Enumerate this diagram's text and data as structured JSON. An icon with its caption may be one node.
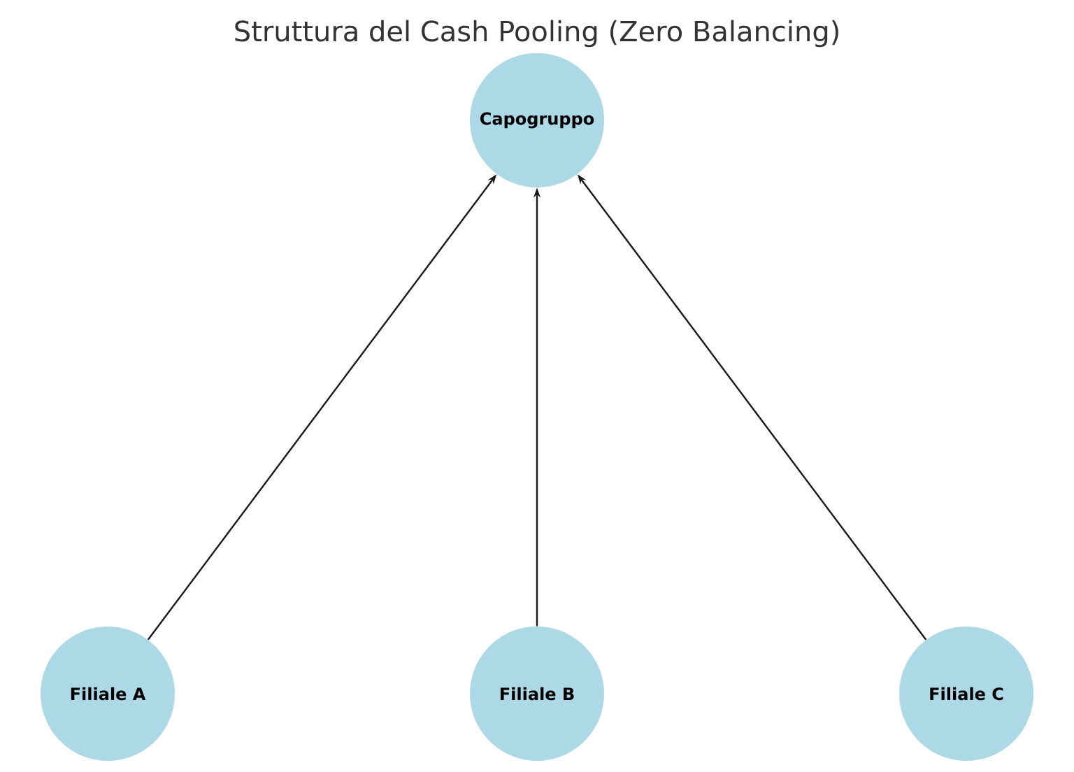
{
  "diagram": {
    "title": "Struttura del Cash Pooling (Zero Balancing)",
    "nodes": [
      {
        "text": [
          "Capogruppo"
        ]
      },
      {
        "text": [
          "Filiale A"
        ]
      },
      {
        "text": [
          "Filiale B"
        ]
      },
      {
        "text": [
          "Filiale C"
        ]
      }
    ],
    "edges": [
      {
        "from": 1,
        "to": 0,
        "arrow": "to"
      },
      {
        "from": 2,
        "to": 0,
        "arrow": "to"
      },
      {
        "from": 3,
        "to": 0,
        "arrow": "to"
      }
    ]
  }
}
